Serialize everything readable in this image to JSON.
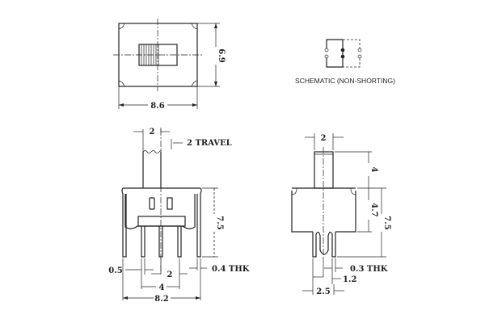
{
  "top_view": {
    "width_label": "8.6",
    "height_label": "6.9"
  },
  "schematic": {
    "caption": "SCHEMATIC (NON-SHORTING)"
  },
  "front_view": {
    "actuator_width": "2",
    "travel": "2 TRAVEL",
    "height": "7.5",
    "pin_width": "0.5",
    "pin_pitch": "2",
    "tab_thickness": "0.4 THK",
    "outer_pin_span": "4",
    "overall_width": "8.2"
  },
  "side_view": {
    "actuator_width": "2",
    "actuator_height": "4",
    "body_height": "4.7",
    "height": "7.5",
    "pin_thickness": "0.3 THK",
    "pin_offset": "1.2",
    "pin_span": "2.5"
  }
}
